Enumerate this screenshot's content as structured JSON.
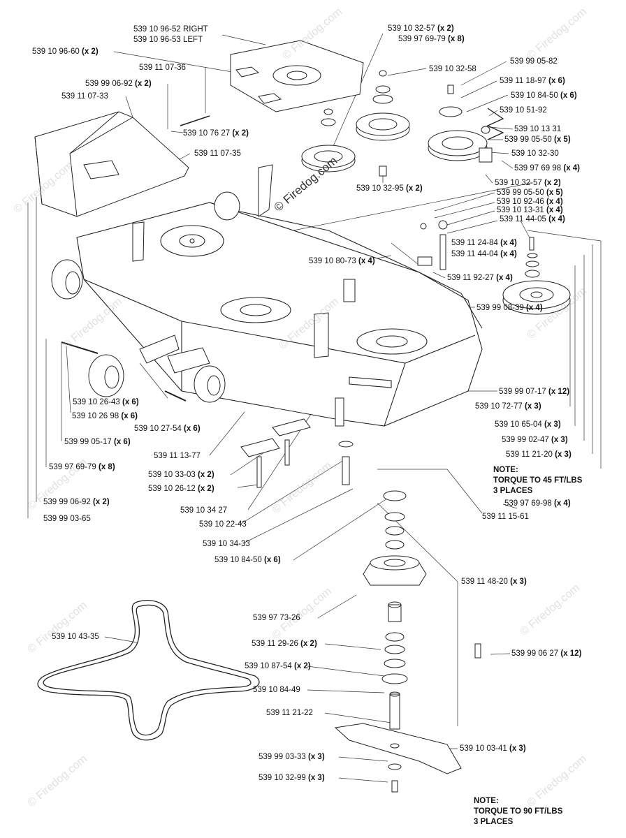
{
  "watermark": "© Firedog.com",
  "labels": [
    {
      "id": "p1",
      "part": "539 10 96-52 RIGHT",
      "qty": ""
    },
    {
      "id": "p2",
      "part": "539 10 96-53 LEFT",
      "qty": ""
    },
    {
      "id": "p3",
      "part": "539 10 96-60",
      "qty": "(x 2)"
    },
    {
      "id": "p4",
      "part": "539 11 07-36",
      "qty": ""
    },
    {
      "id": "p5",
      "part": "539 99 06-92",
      "qty": "(x 2)"
    },
    {
      "id": "p6",
      "part": "539 11 07-33",
      "qty": ""
    },
    {
      "id": "p7",
      "part": "539 10 76 27",
      "qty": "(x 2)"
    },
    {
      "id": "p8",
      "part": "539 11 07-35",
      "qty": ""
    },
    {
      "id": "p9",
      "part": "539 10 32-57",
      "qty": "(x 2)"
    },
    {
      "id": "p10",
      "part": "539 97 69-79",
      "qty": "(x 8)"
    },
    {
      "id": "p11",
      "part": "539 10 32-58",
      "qty": ""
    },
    {
      "id": "p12",
      "part": "539 99 05-82",
      "qty": ""
    },
    {
      "id": "p13",
      "part": "539 11 18-97",
      "qty": "(x 6)"
    },
    {
      "id": "p14",
      "part": "539 10 84-50",
      "qty": "(x 6)"
    },
    {
      "id": "p15",
      "part": "539 10 51-92",
      "qty": ""
    },
    {
      "id": "p16",
      "part": "539 10 13 31",
      "qty": ""
    },
    {
      "id": "p17",
      "part": "539 99 05-50",
      "qty": "(x 5)"
    },
    {
      "id": "p18",
      "part": "539 10 32-30",
      "qty": ""
    },
    {
      "id": "p19",
      "part": "539 97 69 98",
      "qty": "(x 4)"
    },
    {
      "id": "p20",
      "part": "539 10 32-57",
      "qty": "(x 2)"
    },
    {
      "id": "p21",
      "part": "539 10 32-95",
      "qty": "(x 2)"
    },
    {
      "id": "p22",
      "part": "539 99 05-50",
      "qty": "(x 5)"
    },
    {
      "id": "p23",
      "part": "539 10 92-46",
      "qty": "(x 4)"
    },
    {
      "id": "p24",
      "part": "539 10 13-31",
      "qty": "(x 4)"
    },
    {
      "id": "p25",
      "part": "539 11 44-05",
      "qty": "(x 4)"
    },
    {
      "id": "p26",
      "part": "539 11 24-84",
      "qty": "(x 4)"
    },
    {
      "id": "p27",
      "part": "539 11 44-04",
      "qty": "(x 4)"
    },
    {
      "id": "p28",
      "part": "539 10 80-73",
      "qty": "(x 4)"
    },
    {
      "id": "p29",
      "part": "539 11 92-27",
      "qty": "(x 4)"
    },
    {
      "id": "p30",
      "part": "539 99 08-39",
      "qty": "(x 4)"
    },
    {
      "id": "p31",
      "part": "539 10 26-43",
      "qty": "(x 6)"
    },
    {
      "id": "p32",
      "part": "539 10 26 98",
      "qty": "(x 6)"
    },
    {
      "id": "p33",
      "part": "539 10 27-54",
      "qty": "(x 6)"
    },
    {
      "id": "p34",
      "part": "539 99 05-17",
      "qty": "(x 6)"
    },
    {
      "id": "p35",
      "part": "539 97 69-79",
      "qty": "(x 8)"
    },
    {
      "id": "p36",
      "part": "539 11 13-77",
      "qty": ""
    },
    {
      "id": "p37",
      "part": "539 10 33-03",
      "qty": "(x 2)"
    },
    {
      "id": "p38",
      "part": "539 10 26-12",
      "qty": "(x 2)"
    },
    {
      "id": "p39",
      "part": "539 99 06-92",
      "qty": "(x 2)"
    },
    {
      "id": "p40",
      "part": "539 99 03-65",
      "qty": ""
    },
    {
      "id": "p41",
      "part": "539 10 34 27",
      "qty": ""
    },
    {
      "id": "p42",
      "part": "539 10 22-43",
      "qty": ""
    },
    {
      "id": "p43",
      "part": "539 10 34-33",
      "qty": ""
    },
    {
      "id": "p44",
      "part": "539 10 84-50",
      "qty": "(x 6)"
    },
    {
      "id": "p45",
      "part": "539 99 07-17",
      "qty": "(x 12)"
    },
    {
      "id": "p46",
      "part": "539 10 72-77",
      "qty": "(x 3)"
    },
    {
      "id": "p47",
      "part": "539 10 65-04",
      "qty": "(x 3)"
    },
    {
      "id": "p48",
      "part": "539 99 02-47",
      "qty": "(x 3)"
    },
    {
      "id": "p49",
      "part": "539 11 21-20",
      "qty": "(x 3)"
    },
    {
      "id": "p50",
      "part": "539 97 69-98",
      "qty": "(x 4)"
    },
    {
      "id": "p51",
      "part": "539 11 15-61",
      "qty": ""
    },
    {
      "id": "p52",
      "part": "539 11 48-20",
      "qty": "(x 3)"
    },
    {
      "id": "p53",
      "part": "539 97 73-26",
      "qty": ""
    },
    {
      "id": "p54",
      "part": "539 10 43-35",
      "qty": ""
    },
    {
      "id": "p55",
      "part": "539 11 29-26",
      "qty": "(x 2)"
    },
    {
      "id": "p56",
      "part": "539 10 87-54",
      "qty": "(x 2)"
    },
    {
      "id": "p57",
      "part": "539 99 06 27",
      "qty": "(x 12)"
    },
    {
      "id": "p58",
      "part": "539 10 84-49",
      "qty": ""
    },
    {
      "id": "p59",
      "part": "539 11 21-22",
      "qty": ""
    },
    {
      "id": "p60",
      "part": "539 10 03-41",
      "qty": "(x 3)"
    },
    {
      "id": "p61",
      "part": "539 99 03-33",
      "qty": "(x 3)"
    },
    {
      "id": "p62",
      "part": "539 10 32-99",
      "qty": "(x 3)"
    }
  ],
  "notes": {
    "note1": {
      "title": "NOTE:",
      "line1": "TORQUE TO 45 FT/LBS",
      "line2": "3 PLACES"
    },
    "note2": {
      "title": "NOTE:",
      "line1": "TORQUE TO 90 FT/LBS",
      "line2": "3 PLACES"
    }
  }
}
